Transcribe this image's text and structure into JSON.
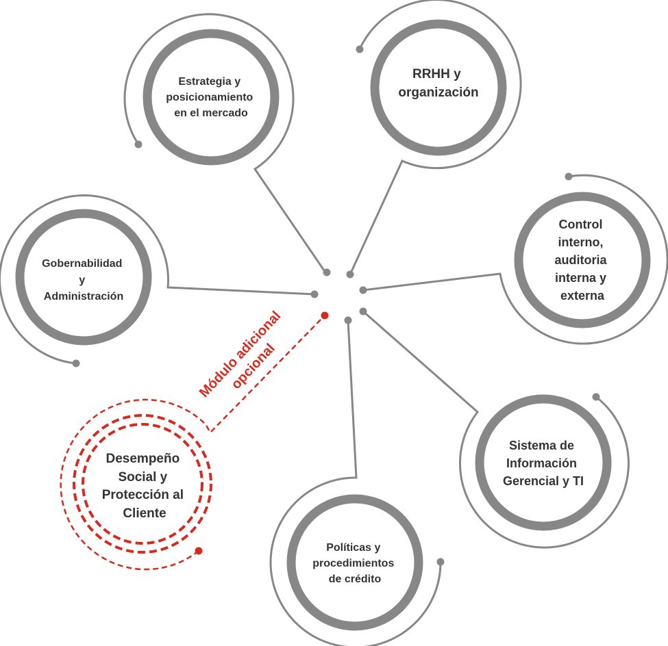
{
  "colors": {
    "gray": "#878787",
    "red": "#d52b1e",
    "text": "#333333"
  },
  "modules": [
    {
      "id": "estrategia",
      "lines": [
        "Estrategia y",
        "posicionamiento",
        "en el mercado"
      ]
    },
    {
      "id": "rrhh",
      "lines": [
        "RRHH y",
        "organización"
      ]
    },
    {
      "id": "control",
      "lines": [
        "Control",
        "interno,",
        "auditoria",
        "interna y",
        "externa"
      ]
    },
    {
      "id": "sistema",
      "lines": [
        "Sistema de",
        "Información",
        "Gerencial y TI"
      ]
    },
    {
      "id": "politicas",
      "lines": [
        "Políticas y",
        "procedimientos",
        "de crédito"
      ]
    },
    {
      "id": "gobernabilidad",
      "lines": [
        "Gobernabilidad",
        "y",
        "Administración"
      ]
    },
    {
      "id": "desempeno",
      "lines": [
        "Desempeño",
        "Social y",
        "Protección al",
        "Cliente"
      ]
    }
  ],
  "optional_label": [
    "Módulo adicional",
    "opcional"
  ]
}
